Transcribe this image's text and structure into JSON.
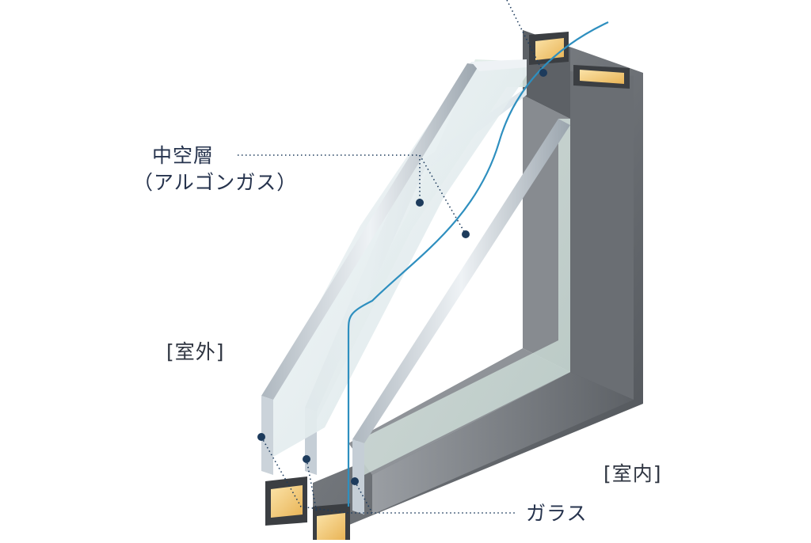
{
  "labels": {
    "hollow_layer": "中空層",
    "hollow_layer_gas": "（アルゴンガス）",
    "outdoor": "[室外]",
    "indoor": "[室内]",
    "glass": "ガラス"
  },
  "colors": {
    "frame_dark": "#565a5f",
    "frame_mid": "#7a7e83",
    "glass_edge": "#c9d2da",
    "glass_face": "#e6eef0",
    "glass_green": "#d8e8e2",
    "spacer_amber": "#f3c873",
    "leader_navy": "#1d3b5c",
    "coating_blue": "#2e8fbf"
  }
}
